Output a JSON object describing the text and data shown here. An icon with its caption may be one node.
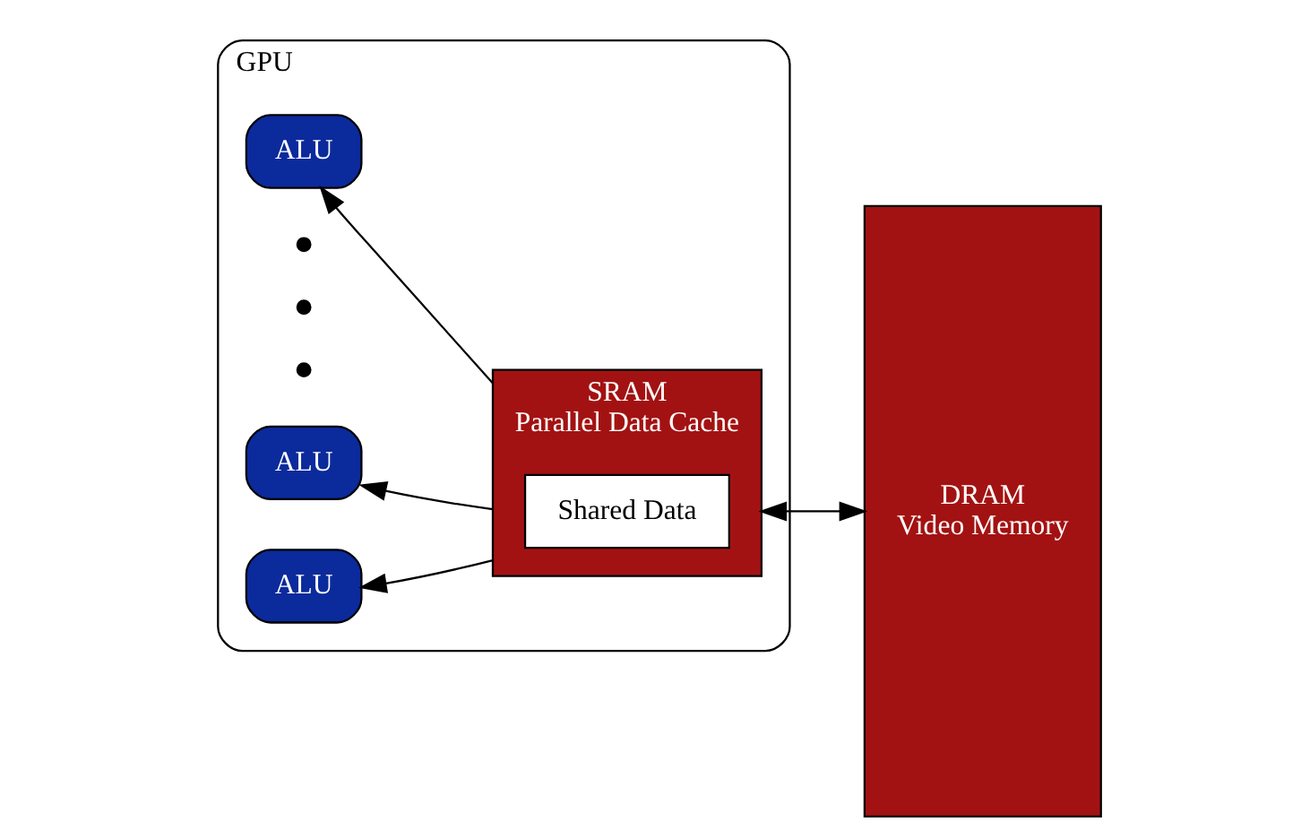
{
  "diagram": {
    "nodes": [
      {
        "text": [
          "GPU"
        ]
      },
      {
        "text": [
          "ALU"
        ],
        "in": 0
      },
      {
        "text": [
          "ALU"
        ],
        "in": 0
      },
      {
        "text": [
          "ALU"
        ],
        "in": 0
      },
      {
        "text": [
          "SRAM",
          "Parallel Data Cache"
        ],
        "in": 0
      },
      {
        "text": [
          "Shared Data"
        ],
        "in": 4
      },
      {
        "text": [
          "DRAM",
          "Video Memory"
        ]
      }
    ],
    "edges": [
      {
        "from": 4,
        "to": 1,
        "arrow": "to"
      },
      {
        "from": 4,
        "to": 2,
        "arrow": "to"
      },
      {
        "from": 4,
        "to": 3,
        "arrow": "to"
      },
      {
        "from": 4,
        "to": 6,
        "arrow": "both"
      }
    ]
  }
}
